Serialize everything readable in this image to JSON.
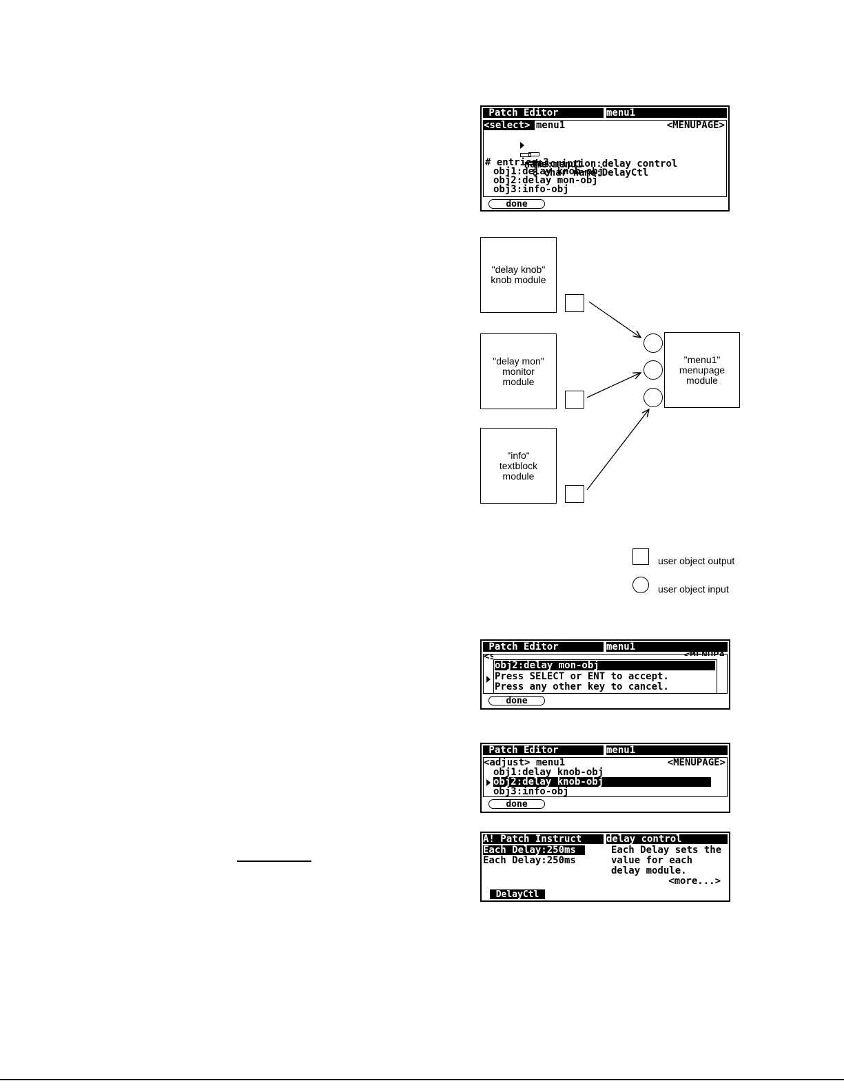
{
  "screen1": {
    "title": " Patch Editor",
    "title_value": "menu1",
    "mode": "<select>",
    "mode_value": "menu1",
    "type_tag": "<MENUPAGE>",
    "rows": [
      "name:menu1",
      "description:delay control",
      "8 char name:DelayCtl",
      "# entries:3",
      "obj1:delay knob-obj",
      "obj2:delay mon-obj",
      "obj3:info-obj"
    ],
    "done_label": "done"
  },
  "diagram": {
    "knob_module": [
      "\"delay knob\"",
      "knob module"
    ],
    "monitor_module": [
      "\"delay mon\"",
      "monitor",
      "module"
    ],
    "textblock_module": [
      "\"info\"",
      "textblock",
      "module"
    ],
    "menupage_module": [
      "\"menu1\"",
      "menupage",
      "module"
    ],
    "legend": {
      "output_label": "user object output",
      "input_label": "user object input"
    }
  },
  "screen2": {
    "title": " Patch Editor",
    "title_value": "menu1",
    "popup_lines": [
      "obj2:delay mon-obj",
      "Press SELECT or ENT to accept.",
      "Press any other key to cancel."
    ],
    "done_label": "done"
  },
  "screen3": {
    "title": " Patch Editor",
    "title_value": "menu1",
    "mode": "<adjust>",
    "mode_value": "menu1",
    "type_tag": "<MENUPAGE>",
    "rows": [
      "obj1:delay knob-obj",
      "obj2:delay knob-obj",
      "obj3:info-obj"
    ],
    "done_label": "done"
  },
  "screen4": {
    "title": "A! Patch Instruct",
    "title_value": "delay control",
    "left_lines": [
      "Each Delay:250ms",
      "Each Delay:250ms"
    ],
    "right_lines": [
      "Each Delay sets the",
      "value for each",
      "delay module."
    ],
    "more_label": "<more...>",
    "softkey_label": "DelayCtl"
  }
}
